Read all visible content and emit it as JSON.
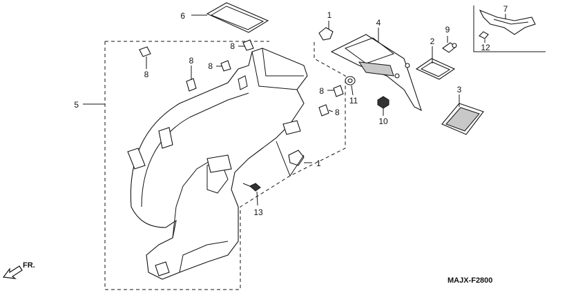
{
  "diagram_code": "MAJX-F2800",
  "direction_label": "FR.",
  "callouts": {
    "c1a": "1",
    "c1b": "1",
    "c2": "2",
    "c3": "3",
    "c4": "4",
    "c5": "5",
    "c6": "6",
    "c7": "7",
    "c8a": "8",
    "c8b": "8",
    "c8c": "8",
    "c8d": "8",
    "c8e": "8",
    "c8f": "8",
    "c9": "9",
    "c10": "10",
    "c11": "11",
    "c12": "12",
    "c13": "13"
  }
}
